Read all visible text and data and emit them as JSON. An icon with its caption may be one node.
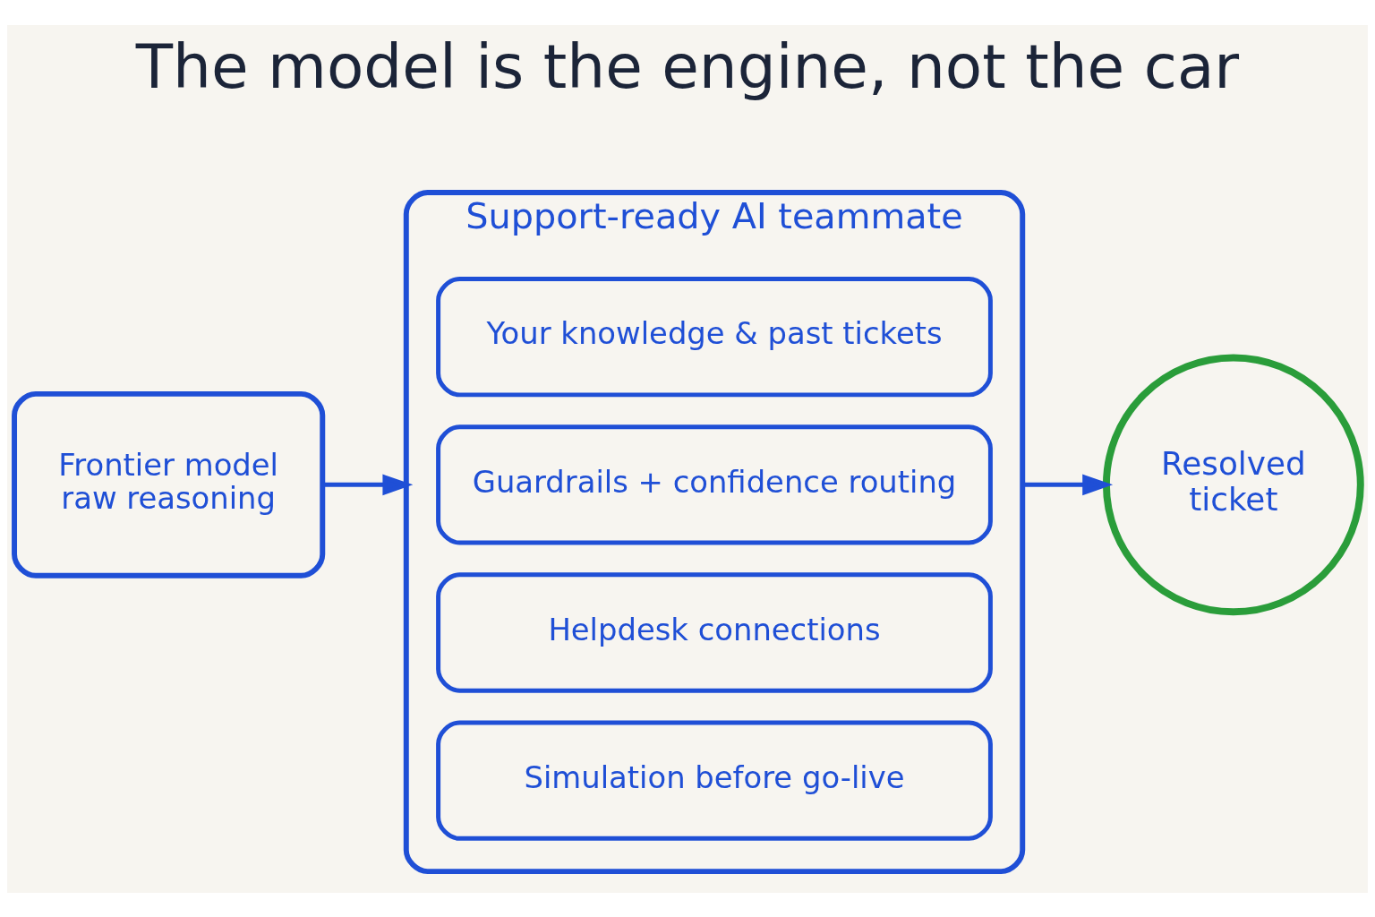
{
  "diagram": {
    "title": "The model is the engine, not the car",
    "nodes": [
      {
        "text": [
          "Frontier model",
          "raw reasoning"
        ]
      },
      {
        "text": [
          "Support-ready AI teammate"
        ]
      },
      {
        "text": [
          "Your knowledge & past tickets"
        ],
        "in": 1
      },
      {
        "text": [
          "Guardrails + confidence routing"
        ],
        "in": 1
      },
      {
        "text": [
          "Helpdesk connections"
        ],
        "in": 1
      },
      {
        "text": [
          "Simulation before go-live"
        ],
        "in": 1
      },
      {
        "text": [
          "Resolved ticket"
        ]
      }
    ],
    "edges": [
      {
        "from": 0,
        "to": 1,
        "arrow": "to"
      },
      {
        "from": 1,
        "to": 6,
        "arrow": "to"
      }
    ]
  }
}
